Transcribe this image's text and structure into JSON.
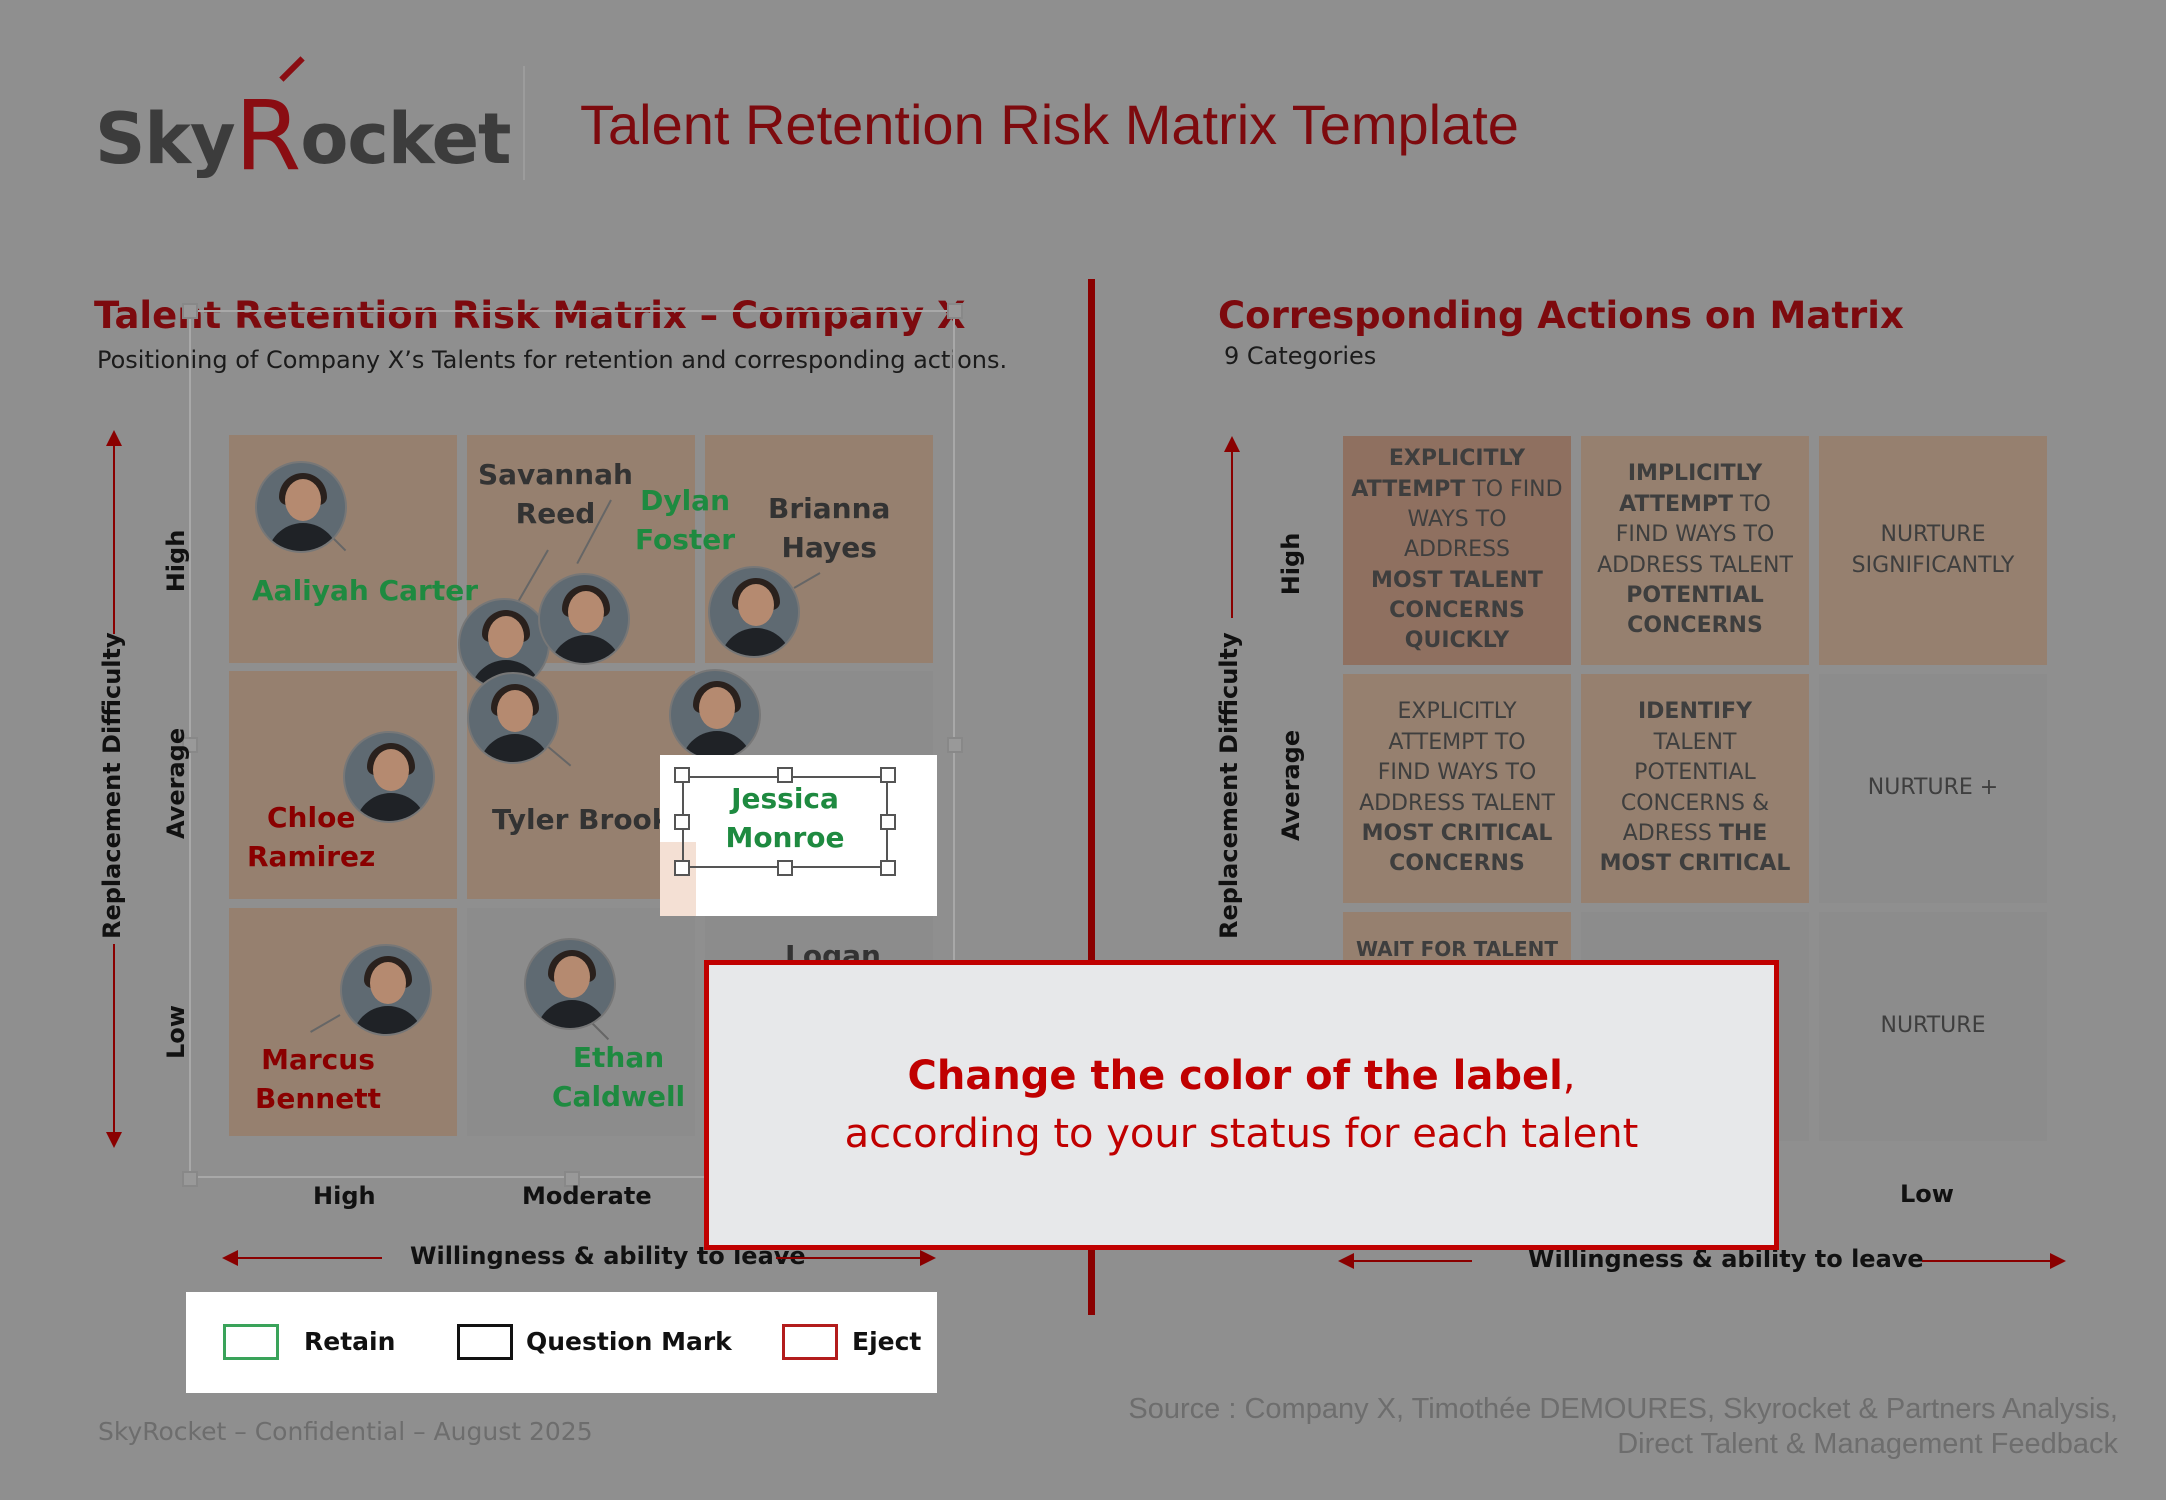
{
  "header": {
    "logo_text_pre": "Sky",
    "logo_text_r": "R",
    "logo_text_post": "ocket",
    "title": "Talent Retention Risk Matrix Template"
  },
  "left": {
    "title": "Talent Retention Risk Matrix – Company X",
    "subtitle": "Positioning of Company X’s Talents for retention and corresponding actions.",
    "y_axis_title": "Replacement Difficulty",
    "y_levels": [
      "High",
      "Average",
      "Low"
    ],
    "x_levels": [
      "High",
      "Moderate"
    ],
    "x_axis_title": "Willingness & ability to leave",
    "talents": {
      "aaliyah": "Aaliyah Carter",
      "savannah": "Savannah\nReed",
      "dylan": "Dylan\nFoster",
      "brianna": "Brianna\nHayes",
      "chloe": "Chloe\nRamirez",
      "tyler": "Tyler Brooks",
      "jessica": "Jessica\nMonroe",
      "logan": "Logan",
      "marcus": "Marcus\nBennett",
      "ethan": "Ethan\nCaldwell"
    }
  },
  "right": {
    "title": "Corresponding Actions on Matrix",
    "subtitle": "9 Categories",
    "y_axis_title": "Replacement Difficulty",
    "y_levels": [
      "High",
      "Average"
    ],
    "x_levels": [
      "Low"
    ],
    "x_axis_title": "Willingness & ability to leave",
    "cells": {
      "r1c3": "NURTURE SIGNIFICANTLY",
      "r2c3": "NURTURE +",
      "r3c1": "WAIT FOR TALENT",
      "r3c3": "NURTURE"
    }
  },
  "legend": {
    "retain": "Retain",
    "question": "Question Mark",
    "eject": "Eject",
    "colors": {
      "retain": "#1e8a40",
      "question": "#111111",
      "eject": "#a00000"
    }
  },
  "footer": {
    "confidential": "SkyRocket – Confidential – August 2025",
    "source_line1": "Source : Company X, Timothée DEMOURES, Skyrocket & Partners Analysis,",
    "source_line2": "Direct Talent & Management Feedback"
  },
  "popup": {
    "line1_bold": "Change the color of the label",
    "line1_rest": ",",
    "line2": "according to your status for each talent"
  }
}
